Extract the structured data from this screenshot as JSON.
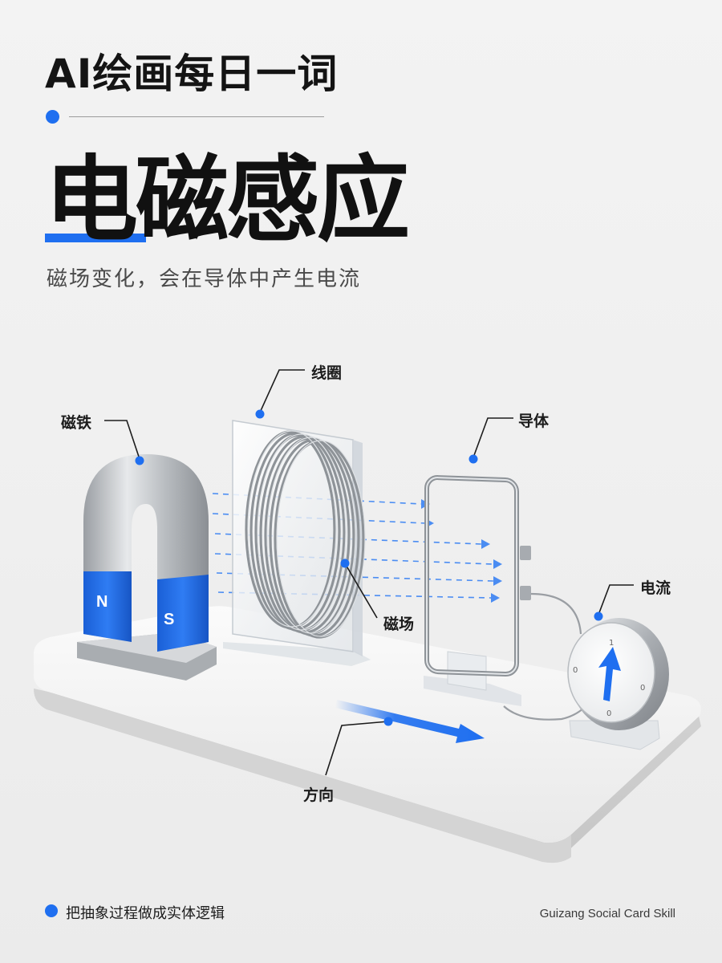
{
  "header": {
    "series_title": "AI绘画每日一词"
  },
  "main": {
    "title": "电磁感应",
    "subtitle": "磁场变化，会在导体中产生电流"
  },
  "diagram": {
    "labels": {
      "magnet": "磁铁",
      "coil": "线圈",
      "conductor": "导体",
      "magnetic_field": "磁场",
      "current": "电流",
      "direction": "方向"
    },
    "magnet_poles": {
      "north": "N",
      "south": "S"
    },
    "meter_marks": {
      "top": "1",
      "left": "0",
      "right": "0",
      "bottom": "0"
    }
  },
  "footer": {
    "tagline": "把抽象过程做成实体逻辑",
    "brand_credit": "Guizang Social Card Skill"
  },
  "colors": {
    "accent_blue": "#1f6ff0",
    "text_dark": "#141414",
    "background": "#f0f0f0"
  }
}
